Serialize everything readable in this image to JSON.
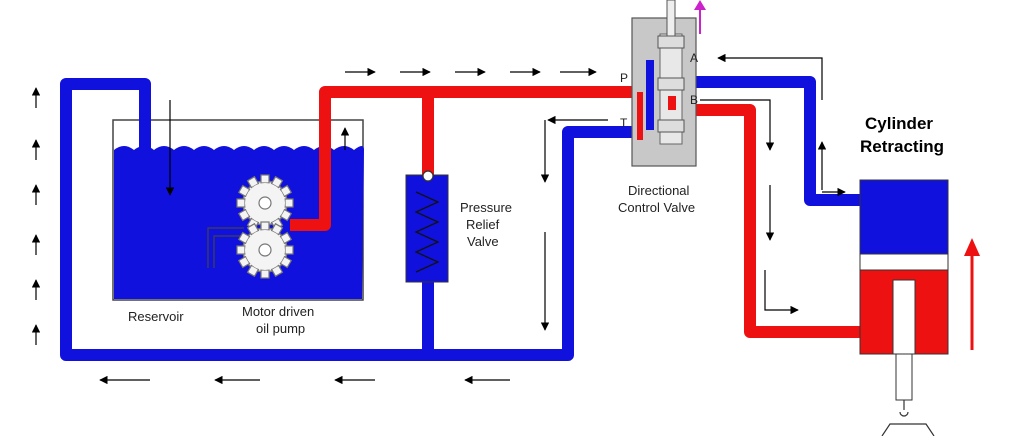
{
  "title": {
    "line1": "Cylinder",
    "line2": "Retracting"
  },
  "labels": {
    "reservoir": "Reservoir",
    "pump_line1": "Motor driven",
    "pump_line2": "oil pump",
    "relief_line1": "Pressure",
    "relief_line2": "Relief",
    "relief_line3": "Valve",
    "dcv_line1": "Directional",
    "dcv_line2": "Control Valve"
  },
  "ports": {
    "p": "P",
    "t": "T",
    "a": "A",
    "b": "B"
  },
  "colors": {
    "pressure_line": "#ee1111",
    "return_line": "#1111dd",
    "valve_body": "#c8c8c8",
    "arrow_up": "#cc22cc",
    "cylinder_arrow": "#ee1111"
  }
}
